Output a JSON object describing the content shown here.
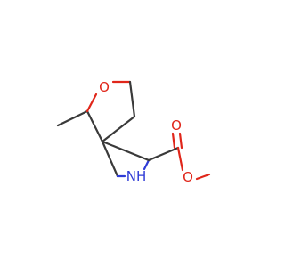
{
  "molecule": {
    "atom_labels": {
      "ring_oxygen": "O",
      "carbonyl_oxygen": "O",
      "ester_oxygen": "O",
      "azetidine_nitrogen": "NH"
    },
    "colors": {
      "bond": "#3a3a3a",
      "oxygen": "#e0261a",
      "nitrogen": "#2e3bd6",
      "background": "#ffffff"
    }
  }
}
